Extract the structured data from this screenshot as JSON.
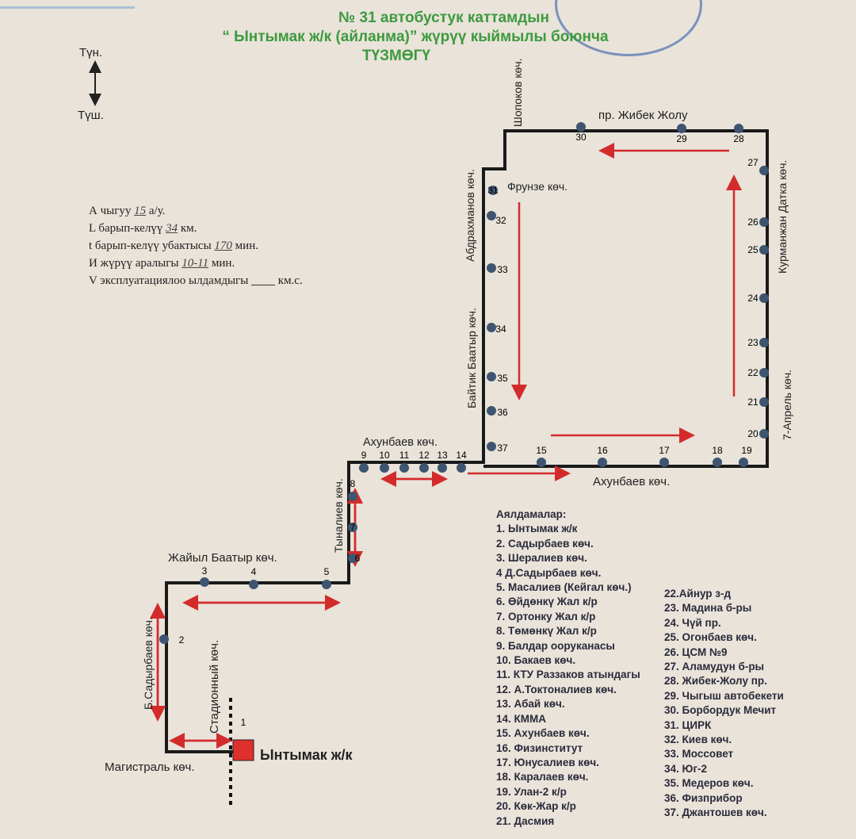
{
  "title": {
    "line1": "№ 31  автобустук каттамдын",
    "line2": "“ Ынтымак ж/к (айланма)” жүрүү кыймылы боюнча",
    "line3": "ТҮЗМӨГҮ"
  },
  "compass": {
    "north": "Түн.",
    "south": "Түш."
  },
  "info": [
    {
      "label": "А чыгуу",
      "value": "15",
      "unit": "а/у."
    },
    {
      "label": "L барып-келүү",
      "value": "34",
      "unit": "км."
    },
    {
      "label": "t барып-келүү убактысы",
      "value": "170",
      "unit": "мин."
    },
    {
      "label": "И жүрүү аралыгы",
      "value": "10-11",
      "unit": "мин."
    },
    {
      "label": "V эксплуатациялоо ылдамдыгы",
      "value": "____",
      "unit": "км.с."
    }
  ],
  "streets": {
    "shopokov": "Шопоков көч.",
    "zhibek": "пр. Жибек Жолу",
    "frunze": "Фрунзе көч.",
    "abdrakhmanov": "Абдрахманов көч.",
    "baitik": "Байтик Баатыр көч.",
    "kurmanzhan": "Курманжан Датка көч.",
    "april7": "7-Апрель көч.",
    "akhunbaev_top": "Ахунбаев көч.",
    "akhunbaev_bottom": "Ахунбаев көч.",
    "tynaliev": "Тыналиев көч.",
    "zhaiyl": "Жайыл Баатыр көч.",
    "sadyrbaev": "Б.Садырбаев көч.",
    "stadion": "Стадионный көч.",
    "magistral": "Магистраль көч.",
    "terminal": "Ынтымак ж/к"
  },
  "stop_numbers": [
    "1",
    "2",
    "3",
    "4",
    "5",
    "6",
    "7",
    "8",
    "9",
    "10",
    "11",
    "12",
    "13",
    "14",
    "15",
    "16",
    "17",
    "18",
    "19",
    "20",
    "21",
    "22",
    "23",
    "24",
    "25",
    "26",
    "27",
    "28",
    "29",
    "30",
    "31",
    "32",
    "33",
    "34",
    "35",
    "36",
    "37"
  ],
  "legend": {
    "heading": "Аялдамалар:",
    "col1": [
      "1. Ынтымак ж/к",
      "2. Садырбаев көч.",
      "3. Шералиев көч.",
      "4 Д.Садырбаев көч.",
      "5. Масалиев (Кейгал көч.)",
      "6. Өйдөнкү Жал к/р",
      "7. Ортонку Жал к/р",
      "8. Төмөнкү Жал к/р",
      "9. Балдар ооруканасы",
      "10. Бакаев көч.",
      "11. КТУ Раззаков атындагы",
      "12. А.Токтоналиев көч.",
      "13. Абай көч.",
      "14. КММА",
      "15. Ахунбаев көч.",
      "16. Физинститут",
      "17. Юнусалиев көч.",
      "18. Каралаев көч.",
      "19. Улан-2 к/р",
      "20. Көк-Жар к/р",
      "21. Дасмия"
    ],
    "col2": [
      "22.Айнур з-д",
      "23. Мадина б-ры",
      "24. Чүй пр.",
      "25. Огонбаев көч.",
      "26. ЦСМ №9",
      "27. Аламудун б-ры",
      "28. Жибек-Жолу пр.",
      "29. Чыгыш автобекети",
      "30. Борбордук Мечит",
      "31. ЦИРК",
      "32. Киев көч.",
      "33. Моссовет",
      "34. Юг-2",
      "35. Медеров көч.",
      "36. Физприбор",
      "37. Джантошев көч."
    ]
  },
  "colors": {
    "route": "#1a1a1a",
    "stop": "#3d5570",
    "arrow": "#d32b2b",
    "title": "#3d9a3d"
  }
}
